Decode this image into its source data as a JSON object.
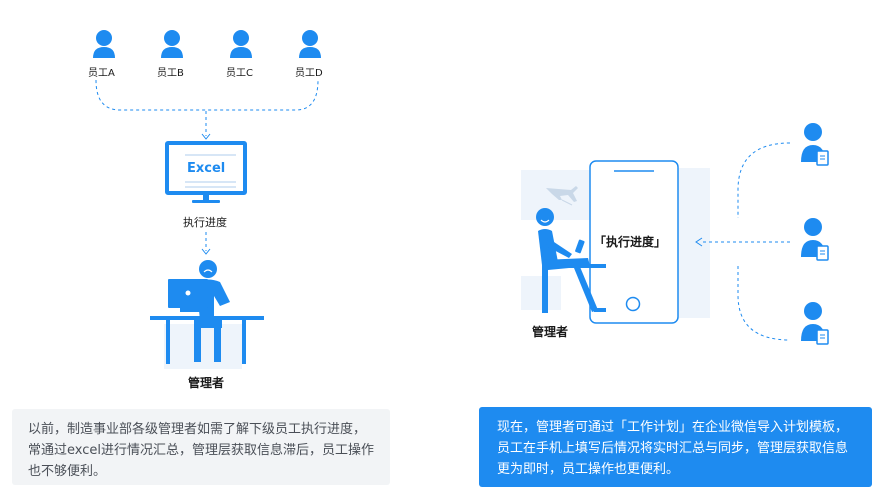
{
  "colors": {
    "accent": "#1e8bf0",
    "note_left_bg": "#f2f4f6",
    "note_right_bg": "#1e8bf0",
    "text": "#1a1a1a"
  },
  "left": {
    "employees": [
      "员工A",
      "员工B",
      "员工C",
      "员工D"
    ],
    "monitor_text": "Excel",
    "progress_label": "执行进度",
    "manager_label": "管理者",
    "note": "以前，制造事业部各级管理者如需了解下级员工执行进度，常通过excel进行情况汇总，管理层获取信息滞后，员工操作也不够便利。"
  },
  "right": {
    "phone_text": "「执行进度」",
    "manager_label": "管理者",
    "note": "现在，管理者可通过「工作计划」在企业微信导入计划模板，员工在手机上填写后情况将实时汇总与同步，管理层获取信息更为即时，员工操作也更便利。"
  },
  "icons": [
    "person-icon",
    "monitor-icon",
    "phone-icon",
    "laptop-icon",
    "document-icon",
    "airplane-icon"
  ]
}
